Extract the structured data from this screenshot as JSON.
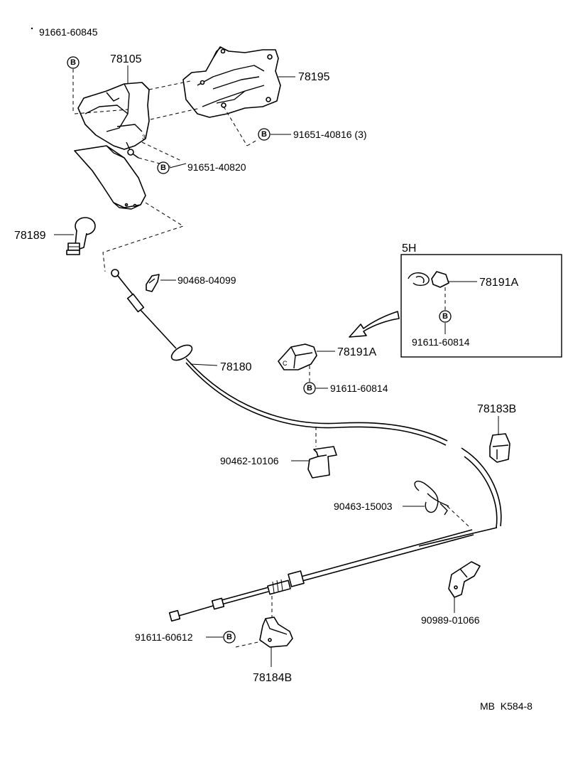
{
  "labels": {
    "p91661_60845": "91661-60845",
    "p78105": "78105",
    "p78195": "78195",
    "p91651_40816": "91651-40816 (3)",
    "p91651_40820": "91651-40820",
    "p78189": "78189",
    "p90468_04099": "90468-04099",
    "p5h": "5H",
    "p78191a_inset": "78191A",
    "p91611_60814_inset": "91611-60814",
    "p78191a": "78191A",
    "p91611_60814": "91611-60814",
    "p78180": "78180",
    "p78183b": "78183B",
    "p90462_10106": "90462-10106",
    "p90463_15003": "90463-15003",
    "p90989_01066": "90989-01066",
    "p91611_60612": "91611-60612",
    "p78184b": "78184B",
    "footer": "MB  K584-8"
  },
  "bolt_marker": "B"
}
